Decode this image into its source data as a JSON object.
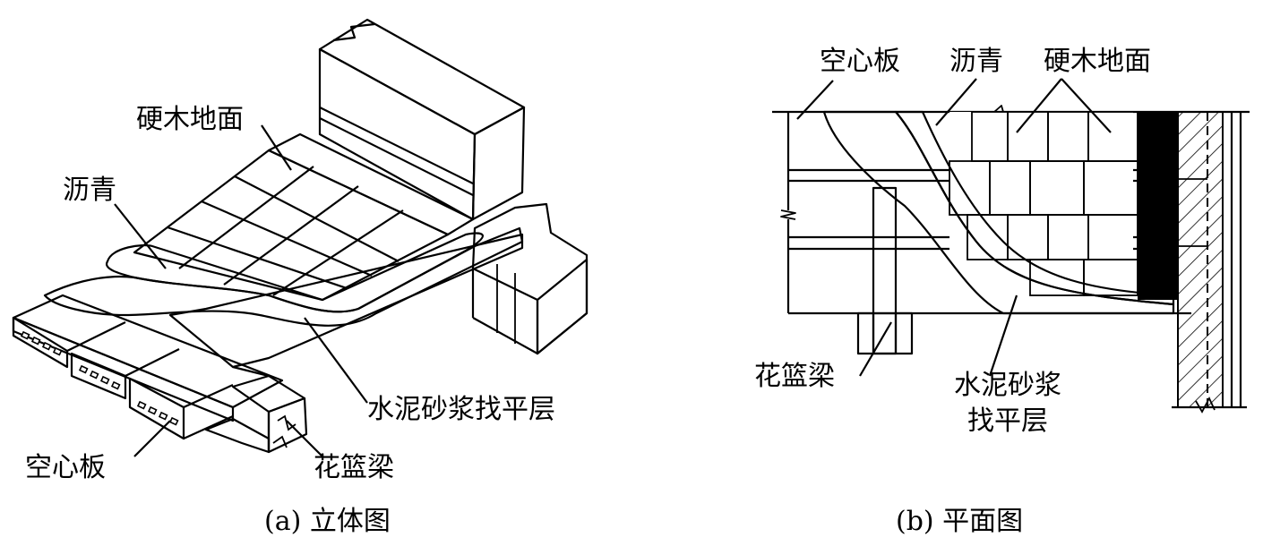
{
  "left_figure": {
    "labels": {
      "hardwood_floor": "硬木地面",
      "asphalt": "沥青",
      "cement_mortar_leveling": "水泥砂浆找平层",
      "hollow_slab": "空心板",
      "flower_basket_beam": "花篮梁"
    },
    "caption": "(a) 立体图"
  },
  "right_figure": {
    "labels": {
      "hollow_slab": "空心板",
      "asphalt": "沥青",
      "hardwood_floor": "硬木地面",
      "flower_basket_beam": "花篮梁",
      "cement_mortar_line1": "水泥砂浆",
      "cement_mortar_line2": "找平层"
    },
    "caption": "(b) 平面图"
  }
}
